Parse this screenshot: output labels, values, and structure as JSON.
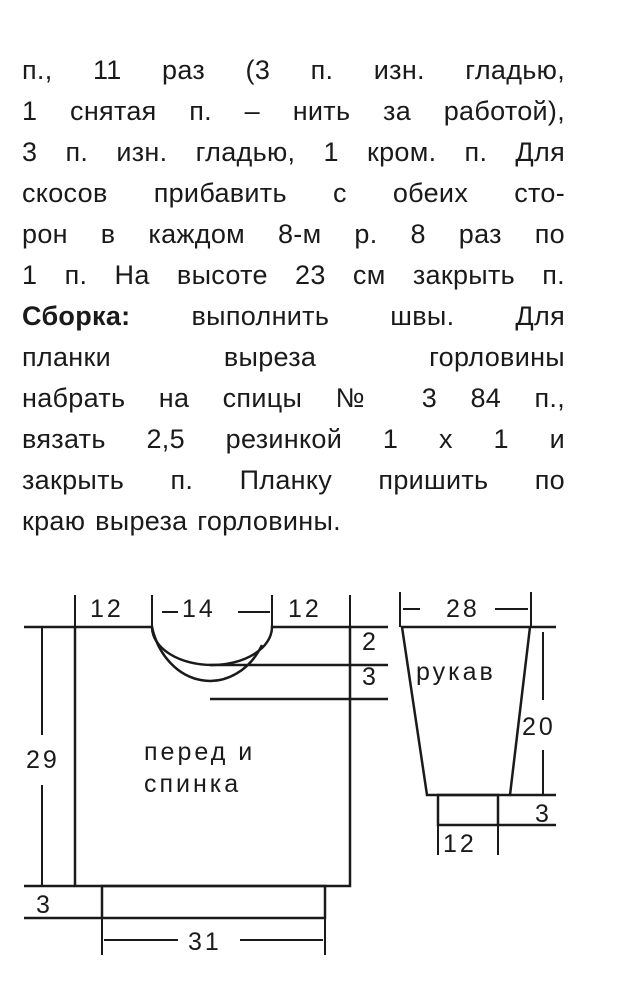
{
  "text_lines": [
    "п., 11 раз (3 п. изн. гладью,",
    "1 снятая п. – нить за работой),",
    "3 п. изн. гладью, 1 кром. п. Для",
    "скосов прибавить с обеих сто-",
    "рон в каждом 8-м р. 8 раз по",
    "1 п. На высоте 23 см закрыть п.",
    "выполнить швы. Для",
    "планки выреза горловины",
    "набрать на спицы № 3 84 п.,",
    "вязать 2,5 резинкой 1 х 1 и",
    "закрыть п. Планку пришить по",
    "краю выреза горловины."
  ],
  "assembly_heading": "Сборка:",
  "diagram": {
    "body_label_1": "перед и",
    "body_label_2": "спинка",
    "sleeve_label": "рукав",
    "dim_shoulder_left": "12",
    "dim_neck_width": "14",
    "dim_shoulder_right": "12",
    "dim_neck_back_depth": "2",
    "dim_neck_front_depth": "3",
    "dim_body_height": "29",
    "dim_body_rib": "3",
    "dim_body_rib_width": "31",
    "dim_sleeve_top": "28",
    "dim_sleeve_height": "20",
    "dim_sleeve_rib": "3",
    "dim_sleeve_cuff": "12"
  }
}
